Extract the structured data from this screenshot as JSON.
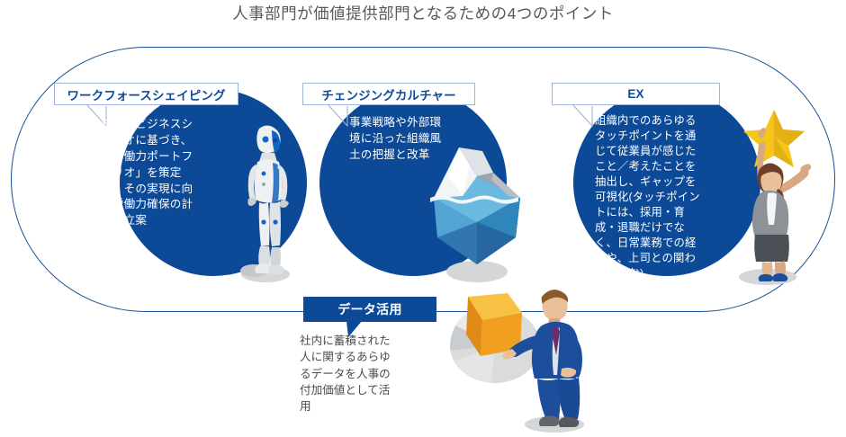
{
  "title": "人事部門が価値提供部門となるための4つのポイント",
  "colors": {
    "circle_blue": "#0c4a97",
    "outline_blue": "#1a4f96",
    "callout_border": "#9bb4d8",
    "title_gray": "#595959",
    "body_gray": "#4a4a4a",
    "star_gold": "#f5c518",
    "accent_orange": "#f0a01e",
    "suit_blue": "#1d4e9c",
    "iceberg_blue": "#2e7fb8"
  },
  "points": [
    {
      "id": "workforce-shaping",
      "label": "ワークフォースシェイピング",
      "body": "将来のビジネスシナリオに基づき、「労働力ポートフォリオ」を策定し、その実現に向け労働力確保の計画を立案",
      "illustration": "robot-figure"
    },
    {
      "id": "changing-culture",
      "label": "チェンジングカルチャー",
      "body": "事業戦略や外部環境に沿った組織風土の把握と改革",
      "illustration": "iceberg-crystal"
    },
    {
      "id": "ex",
      "label": "EX",
      "body": "組織内でのあらゆるタッチポイントを通じて従業員が感じたこと／考えたことを抽出し、ギャップを可視化(タッチポイントには、採用・育成・退職だけでなく、日常業務での経験や、上司との関わりも含む)",
      "illustration": "woman-reaching-star"
    },
    {
      "id": "data-utilization",
      "label": "データ活用",
      "body": "社内に蓄積された人に関するあらゆるデータを人事の付加価値として活用",
      "illustration": "businessman-pie-chart"
    }
  ]
}
